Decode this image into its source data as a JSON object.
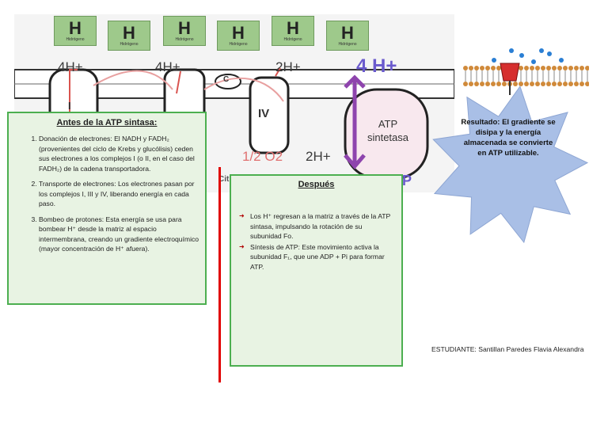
{
  "diagram": {
    "hydrogen_symbol": "H",
    "hydrogen_caption": "Hidrógeno",
    "proton_labels": [
      "4H+",
      "4H+",
      "2H+"
    ],
    "proton_big": "4 H+",
    "complex_labels": [
      "I",
      "IV"
    ],
    "cytochrome_c": "C",
    "oxygen_label": "1/2 O2",
    "proton_2h": "2H+",
    "atp_synthase_label": "ATP sintetasa",
    "cut_text_1": "Cit",
    "cut_text_2": "P"
  },
  "before": {
    "title": "Antes de la ATP sintasa:",
    "items": [
      "Donación de electrones: El NADH y FADH₂ (provenientes del ciclo de Krebs y glucólisis) ceden sus electrones a los complejos I (o II, en el caso del FADH₂) de la cadena transportadora.",
      "Transporte de electrones: Los electrones pasan por los complejos I, III y IV, liberando energía en cada paso.",
      "Bombeo de protones: Esta energía se usa para bombear H⁺ desde la matriz al espacio intermembrana, creando un gradiente electroquímico (mayor concentración de H⁺ afuera)."
    ]
  },
  "after": {
    "title": "Después",
    "items": [
      "Los H⁺ regresan a la matriz a través de la ATP sintasa, impulsando la rotación de su subunidad Fo.",
      "Síntesis de ATP: Este movimiento activa la subunidad F₁, que une ADP + Pi para formar ATP."
    ],
    "bullet_icon": "arrow-bullet"
  },
  "result": {
    "text": "Resultado: El gradiente se disipa y la energía almacenada se convierte en ATP utilizable."
  },
  "student": {
    "text": "ESTUDIANTE: Santillan Paredes Flavia Alexandra"
  },
  "colors": {
    "box_border": "#4caf50",
    "box_fill": "#e8f3e3",
    "red_line": "#e00000",
    "star_fill": "#a9bfe6",
    "hydrogen_fill": "#9ec98b"
  }
}
